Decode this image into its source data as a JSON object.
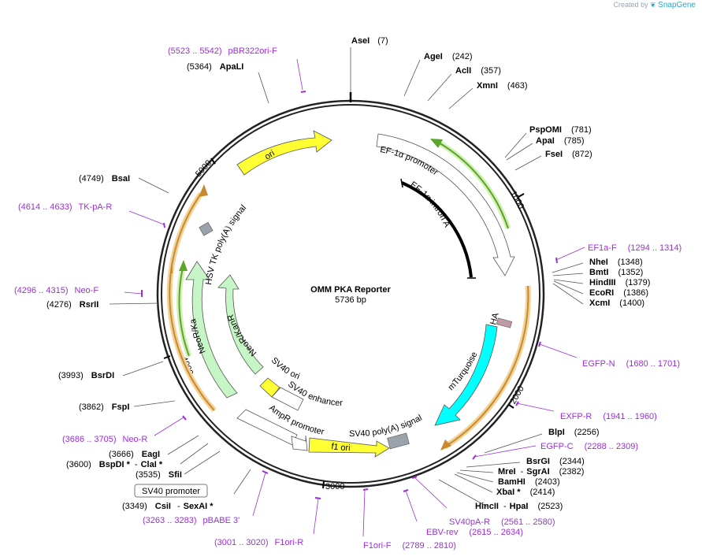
{
  "app": {
    "credit_prefix": "Created by",
    "credit_brand": "SnapGene"
  },
  "plasmid": {
    "name": "OMM PKA Reporter",
    "size": "5736 bp"
  },
  "ticks": [
    "1000",
    "2000",
    "3000",
    "4000",
    "5000"
  ],
  "sites": {
    "asei": {
      "name": "AseI",
      "pos": "(7)"
    },
    "agei": {
      "name": "AgeI",
      "pos": "(242)"
    },
    "acli": {
      "name": "AclI",
      "pos": "(357)"
    },
    "xmni": {
      "name": "XmnI",
      "pos": "(463)"
    },
    "pspomi": {
      "name": "PspOMI",
      "pos": "(781)"
    },
    "apai": {
      "name": "ApaI",
      "pos": "(785)"
    },
    "fsei": {
      "name": "FseI",
      "pos": "(872)"
    },
    "nhei": {
      "name": "NheI",
      "pos": "(1348)"
    },
    "bmti": {
      "name": "BmtI",
      "pos": "(1352)"
    },
    "hindiii": {
      "name": "HindIII",
      "pos": "(1379)"
    },
    "ecori": {
      "name": "EcoRI",
      "pos": "(1386)"
    },
    "xcmi": {
      "name": "XcmI",
      "pos": "(1400)"
    },
    "blpi": {
      "name": "BlpI",
      "pos": "(2256)"
    },
    "bsrgi": {
      "name": "BsrGI",
      "pos": "(2344)"
    },
    "mrei": {
      "name": "MreI",
      "sep": "-",
      "name2": "SgrAI",
      "pos": "(2382)"
    },
    "bamhi": {
      "name": "BamHI",
      "pos": "(2403)"
    },
    "xbai": {
      "name": "XbaI *",
      "pos": "(2414)"
    },
    "hincii": {
      "name": "HincII",
      "sep": "-",
      "name2": "HpaI",
      "pos": "(2523)"
    },
    "csii": {
      "name": "CsiI",
      "sep": "-",
      "name2": "SexAI *",
      "pos": "(3349)"
    },
    "sfii": {
      "name": "SfiI",
      "pos": "(3535)"
    },
    "bspdi": {
      "name": "BspDI *",
      "sep": "-",
      "name2": "ClaI *",
      "pos": "(3600)"
    },
    "eagi": {
      "name": "EagI",
      "pos": "(3666)"
    },
    "fspi": {
      "name": "FspI",
      "pos": "(3862)"
    },
    "bsrdi": {
      "name": "BsrDI",
      "pos": "(3993)"
    },
    "rsrii": {
      "name": "RsrII",
      "pos": "(4276)"
    },
    "bsai": {
      "name": "BsaI",
      "pos": "(4749)"
    },
    "apali": {
      "name": "ApaLI",
      "pos": "(5364)"
    }
  },
  "primers": {
    "pbr322": {
      "name": "pBR322ori-F",
      "pos": "(5523 .. 5542)"
    },
    "tkpa": {
      "name": "TK-pA-R",
      "pos": "(4614 .. 4633)"
    },
    "neof": {
      "name": "Neo-F",
      "pos": "(4296 .. 4315)"
    },
    "neor": {
      "name": "Neo-R",
      "pos": "(3686 .. 3705)"
    },
    "pbabe": {
      "name": "pBABE 3'",
      "pos": "(3263 .. 3283)"
    },
    "f1orir": {
      "name": "F1ori-R",
      "pos": "(3001 .. 3020)"
    },
    "f1orif": {
      "name": "F1ori-F",
      "pos": "(2789 .. 2810)"
    },
    "ebvrev": {
      "name": "EBV-rev",
      "pos": "(2615 .. 2634)"
    },
    "sv40par": {
      "name": "SV40pA-R",
      "pos": "(2561 .. 2580)"
    },
    "egfpc": {
      "name": "EGFP-C",
      "pos": "(2288 .. 2309)"
    },
    "exfpr": {
      "name": "EXFP-R",
      "pos": "(1941 .. 1960)"
    },
    "egfpn": {
      "name": "EGFP-N",
      "pos": "(1680 .. 1701)"
    },
    "ef1af": {
      "name": "EF1a-F",
      "pos": "(1294 .. 1314)"
    }
  },
  "features": {
    "ori": "ori",
    "ef1a_promoter": "EF-1α promoter",
    "ef1a_intron": "EF-1α intron A",
    "hsv_tk": "HSV TK poly(A) signal",
    "neor_outer": "NeoR/KanR",
    "neor_inner": "NeoR/KanR",
    "sv40_ori": "SV40 ori",
    "sv40_enhancer": "SV40 enhancer",
    "ampr_promoter": "AmpR promoter",
    "f1_ori": "f1 ori",
    "sv40_polya": "SV40 poly(A) signal",
    "mturquoise": "mTurquoise",
    "ha": "HA",
    "sv40_promoter": "SV40 promoter"
  },
  "colors": {
    "primer": "#9b2fd6",
    "ori": "#ffff00",
    "neo": "#c6f5c6",
    "cyan": "#00ffff",
    "orange": "#f2a544",
    "green": "#7ec84a",
    "grey_box": "#9aa3ab"
  }
}
